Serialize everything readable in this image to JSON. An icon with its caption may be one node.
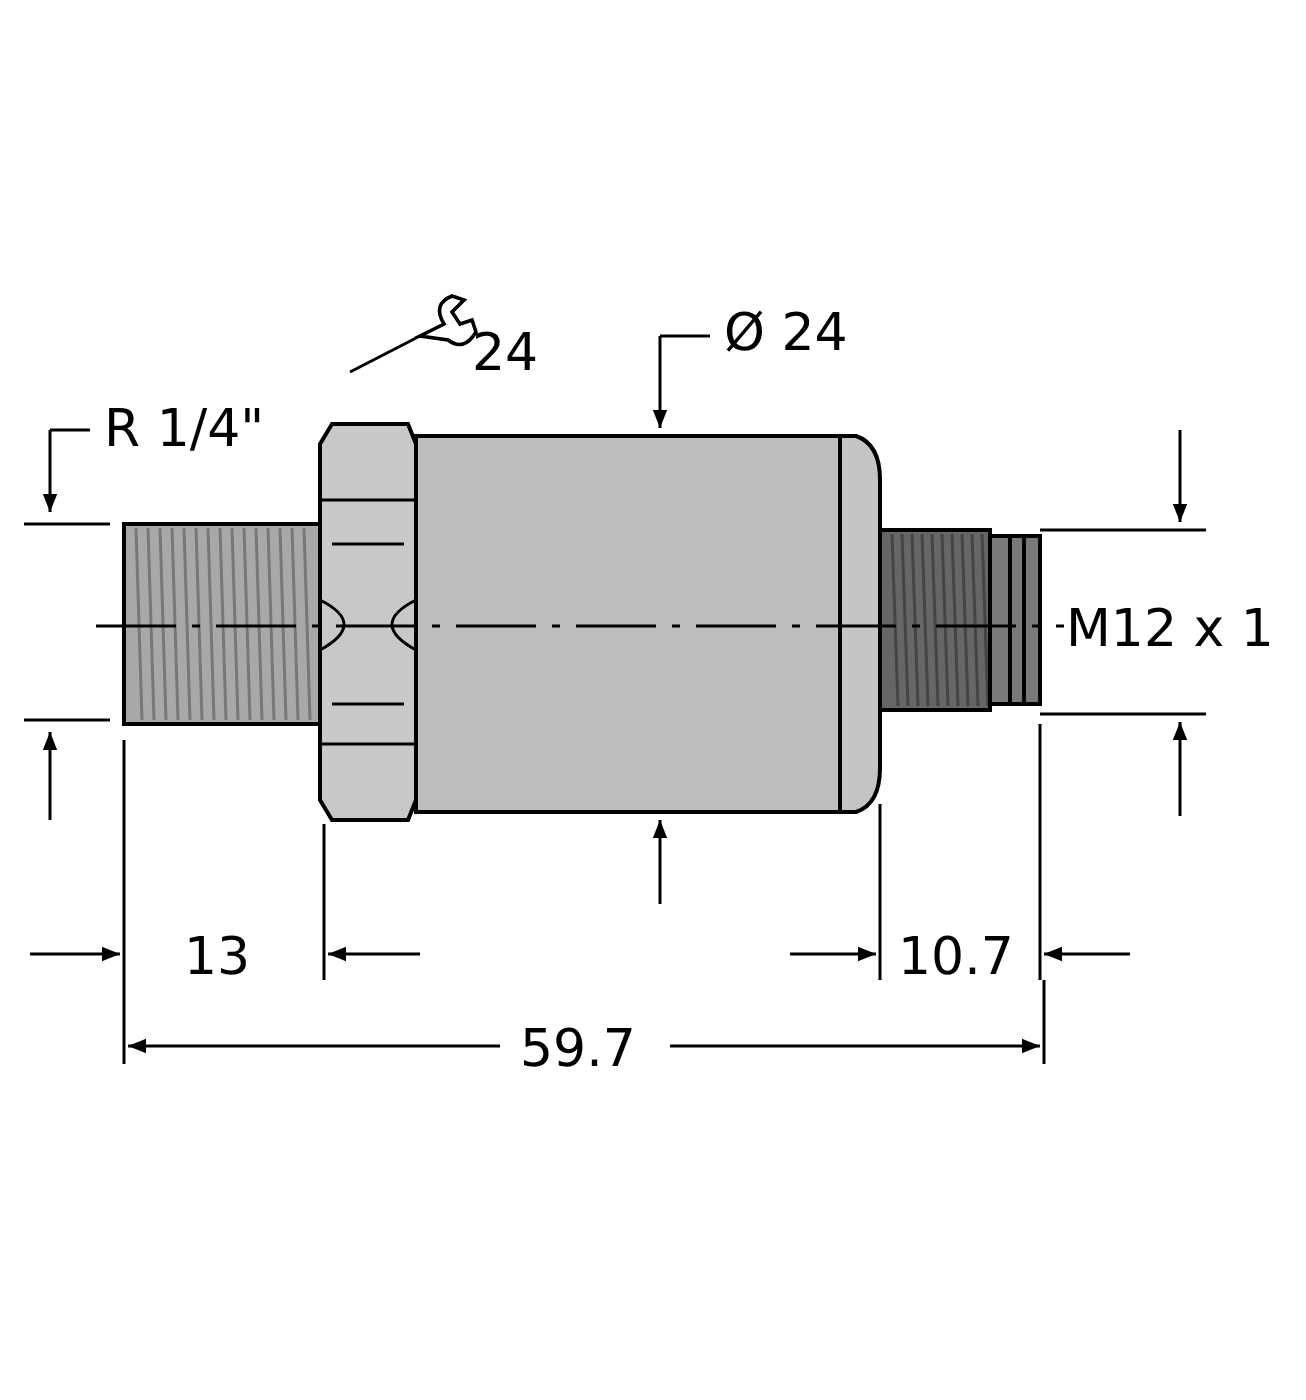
{
  "diagram": {
    "labels": [
      "R 1/4\"",
      "24",
      "Ø 24",
      "M12 x 1",
      "13",
      "10.7",
      "59.7"
    ]
  }
}
